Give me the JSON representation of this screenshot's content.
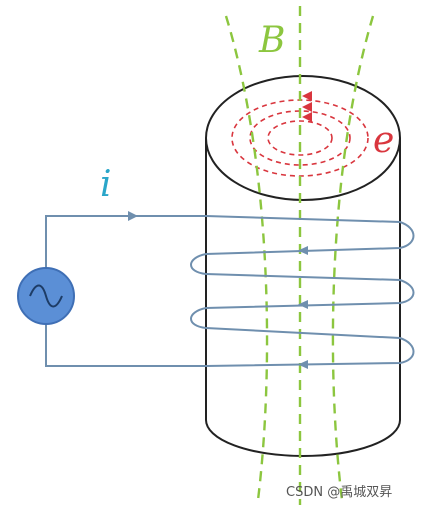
{
  "labels": {
    "field": "B",
    "emf": "e",
    "current": "i"
  },
  "watermark": "CSDN @禹城双昇",
  "icons": {
    "source": "ac-source-icon"
  },
  "colors": {
    "field_lines": "#8cc63f",
    "eddy_currents": "#d9363e",
    "wire": "#6f8fae",
    "cylinder_outline": "#222222",
    "source_fill": "#5b8fd6",
    "current_label": "#2aa6c9",
    "watermark": "#555555"
  }
}
